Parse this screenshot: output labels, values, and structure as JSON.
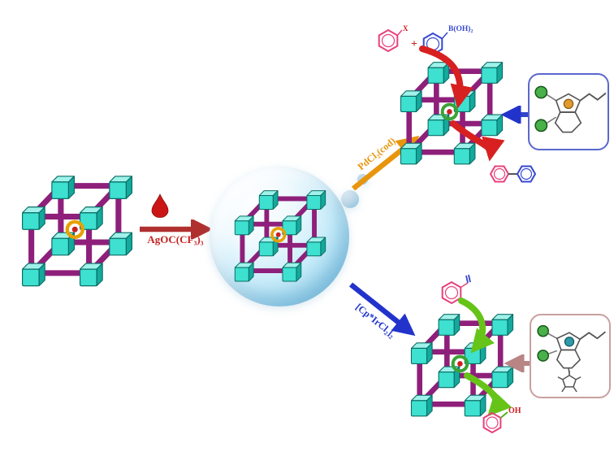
{
  "scheme": {
    "activation_label": "AgOC(CF₃)₃",
    "suzuki_catalyst_label": "PdCl₂(cod)",
    "iridium_catalyst_label": "[Cp*IrCl₂]₂",
    "top_reaction": {
      "plus_sign": "+",
      "aryl_halide_substituent": "X",
      "boronic_acid_label": "B(OH)₂"
    },
    "bottom_reaction": {
      "alcohol_label": "OH"
    },
    "colors": {
      "node_teal": "#3ee0d0",
      "strut_purple": "#8e1f7a",
      "activation_arrow_red": "#b03030",
      "pd_arrow_orange": "#e8950c",
      "ir_arrow_blue": "#2233cc",
      "substrate_arrow_red": "#d82020",
      "substrate_arrow_green": "#66c418",
      "ring_gold": "#e8a000",
      "ring_green": "#3aa336",
      "ring_core_red": "#cc2020",
      "pd_box_border": "#5a68cc",
      "ir_box_border": "#c9a0a0"
    }
  }
}
